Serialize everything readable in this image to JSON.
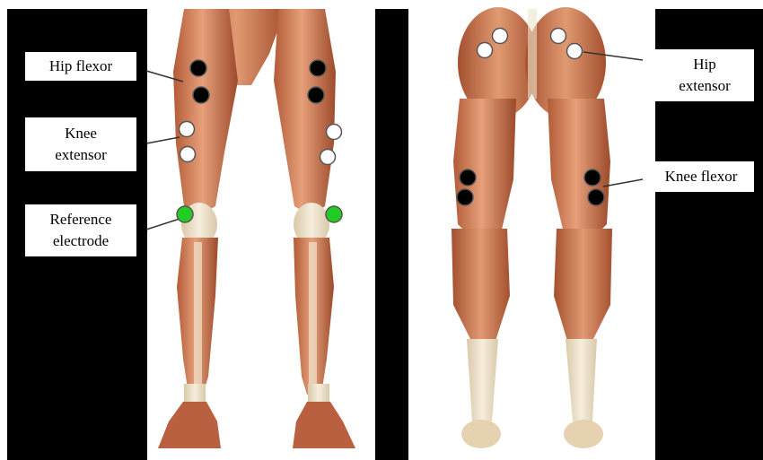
{
  "labels": {
    "hip_flexor": [
      "Hip flexor"
    ],
    "knee_extensor": [
      "Knee",
      "extensor"
    ],
    "reference_electrode": [
      "Reference",
      "electrode"
    ],
    "hip_extensor": [
      "Hip",
      "extensor"
    ],
    "knee_flexor": [
      "Knee flexor"
    ]
  },
  "colors": {
    "background": "#000000",
    "muscle": "#c9704a",
    "muscle_dark": "#a4502f",
    "muscle_light": "#e09a72",
    "tendon": "#efe4cf",
    "electrode_black": "#000000",
    "electrode_white": "#ffffff",
    "electrode_reference": "#22cc22"
  }
}
